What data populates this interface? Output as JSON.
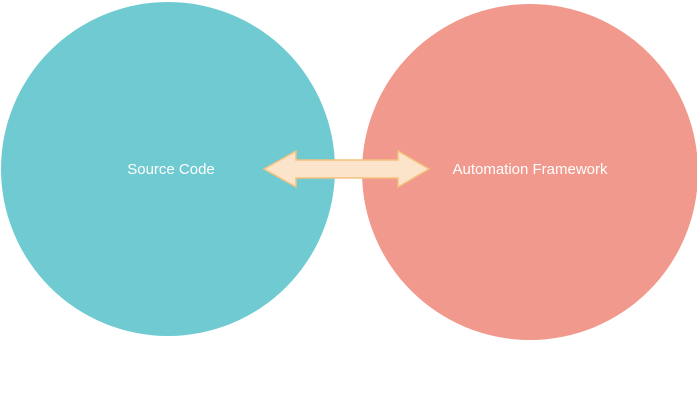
{
  "diagram": {
    "nodes": [
      {
        "id": "source-code",
        "label": "Source Code",
        "color": "#6FCBD1"
      },
      {
        "id": "automation-framework",
        "label": "Automation Framework",
        "color": "#F0998C"
      }
    ],
    "connector": {
      "from": "source-code",
      "to": "automation-framework",
      "direction": "bidirectional",
      "fill": "#FCE4CB",
      "stroke": "#F2C27E"
    }
  }
}
